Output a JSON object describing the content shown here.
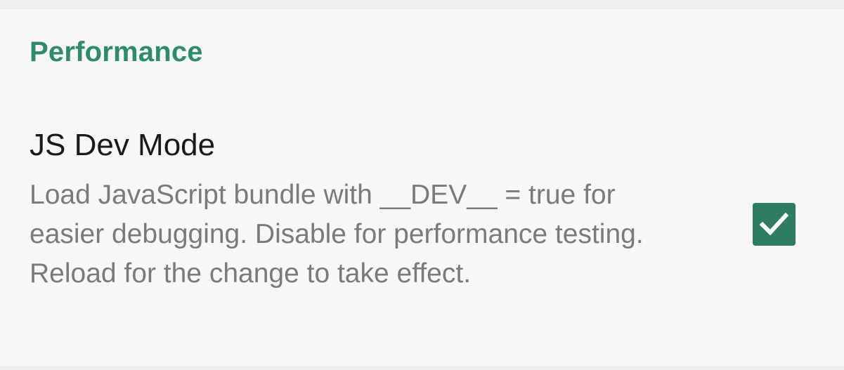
{
  "section": {
    "title": "Performance"
  },
  "preference": {
    "title": "JS Dev Mode",
    "summary": "Load JavaScript bundle with __DEV__ = true for easier debugging. Disable for performance testing. Reload for the change to take effect.",
    "checked": true,
    "check_icon": "check-icon"
  },
  "colors": {
    "accent": "#2e8b6b",
    "checkbox_fill": "#2e7d61",
    "title_text": "#1a1a1a",
    "summary_text": "#7a7a7a",
    "background": "#f7f7f7"
  }
}
